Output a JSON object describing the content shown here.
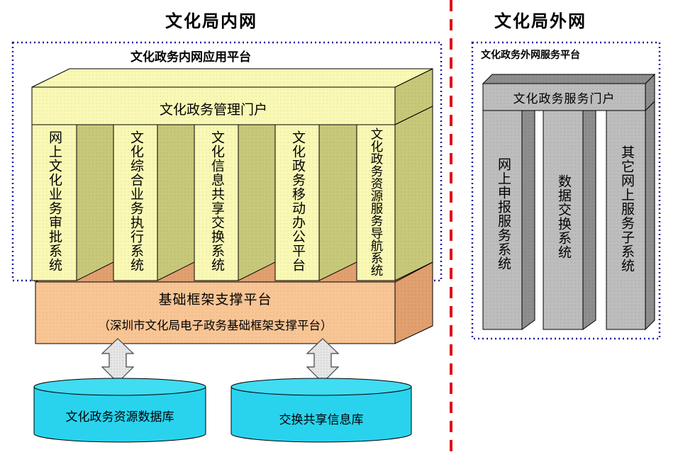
{
  "intranet": {
    "title": "文化局内网",
    "platform_title": "文化政务内网应用平台",
    "portal": "文化政务管理门户",
    "systems": [
      "网上文化业务审批系统",
      "文化综合业务执行系统",
      "文化信息共享交换系统",
      "文化政务移动办公平台",
      "文化政务资源服务导航系统"
    ],
    "base_platform": {
      "name": "基础框架支撑平台",
      "subtitle": "（深圳市文化局电子政务基础框架支撑平台）"
    },
    "databases": [
      "文化政务资源数据库",
      "交换共享信息库"
    ]
  },
  "extranet": {
    "title": "文化局外网",
    "platform_title": "文化政务外网服务平台",
    "portal": "文化政务服务门户",
    "systems": [
      "网上申报服务系统",
      "数据交换系统",
      "其它网上服务子系统"
    ]
  },
  "colors": {
    "yellow_face": "#f9f9b5",
    "olive_side": "#c8c87a",
    "peach_face": "#f8c595",
    "peach_side": "#e0a070",
    "gray_face": "#bdbdbd",
    "gray_side": "#8e8e8e",
    "cyan_db": "#29d3ee",
    "divider_red": "#e0101a",
    "dotted_blue": "#1a1aa0"
  }
}
